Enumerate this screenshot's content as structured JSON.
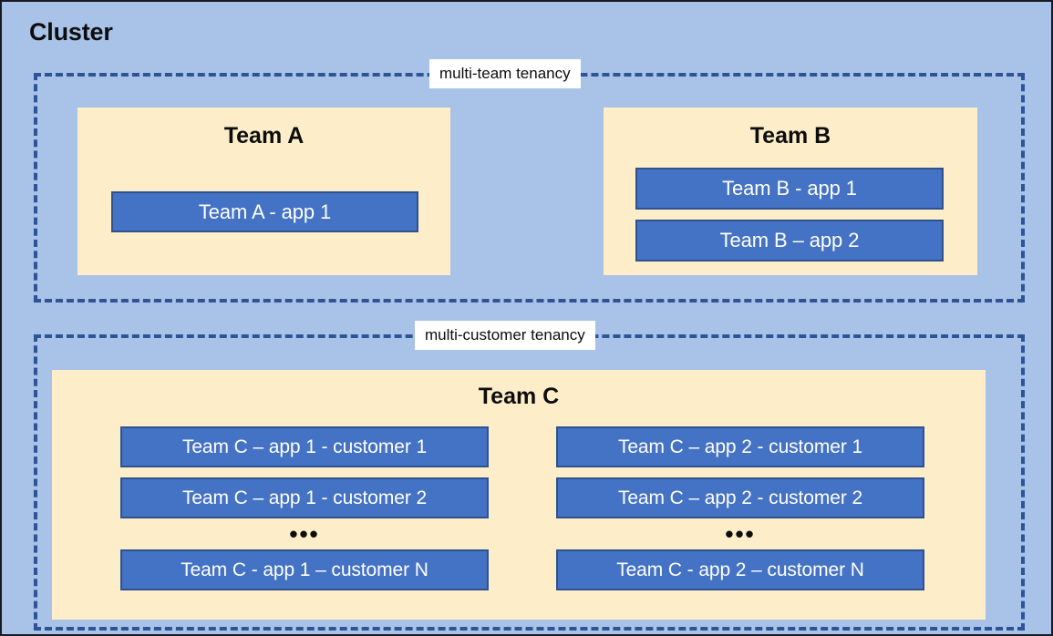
{
  "diagram": {
    "title": "Cluster",
    "colors": {
      "background": "#a8c2e8",
      "dashed_border": "#2e5496",
      "team_box_fill": "#fdeec9",
      "app_box_fill": "#4472c4",
      "app_box_border": "#2f528f",
      "label_background": "#ffffff",
      "text_dark": "#0d0d0d",
      "text_light": "#ffffff"
    },
    "groups": [
      {
        "id": "multi-team",
        "label": "multi-team tenancy",
        "teams": [
          {
            "id": "team-a",
            "title": "Team A",
            "apps": [
              {
                "label": "Team A - app 1"
              }
            ]
          },
          {
            "id": "team-b",
            "title": "Team B",
            "apps": [
              {
                "label": "Team B - app 1"
              },
              {
                "label": "Team B – app 2"
              }
            ]
          }
        ]
      },
      {
        "id": "multi-customer",
        "label": "multi-customer tenancy",
        "teams": [
          {
            "id": "team-c",
            "title": "Team C",
            "columns": [
              {
                "id": "app-1",
                "items": [
                  {
                    "label": "Team C – app 1 - customer 1"
                  },
                  {
                    "label": "Team C – app 1 - customer 2"
                  },
                  {
                    "label": "•••"
                  },
                  {
                    "label": "Team C - app 1 – customer N"
                  }
                ]
              },
              {
                "id": "app-2",
                "items": [
                  {
                    "label": "Team C – app 2 - customer 1"
                  },
                  {
                    "label": "Team C – app 2 - customer 2"
                  },
                  {
                    "label": "•••"
                  },
                  {
                    "label": "Team C - app 2 – customer N"
                  }
                ]
              }
            ]
          }
        ]
      }
    ]
  }
}
